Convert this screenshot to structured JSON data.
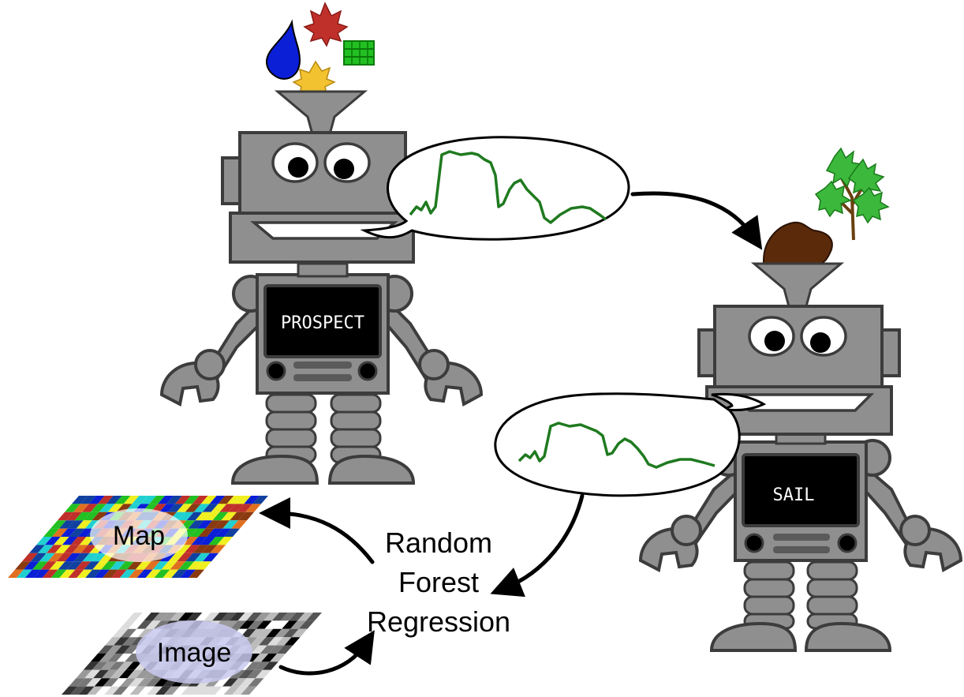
{
  "robots": {
    "prospect": {
      "screen_label": "PROSPECT"
    },
    "sail": {
      "screen_label": "SAIL"
    }
  },
  "process": {
    "line1": "Random",
    "line2": "Forest",
    "line3": "Regression"
  },
  "layers": {
    "map_label": "Map",
    "image_label": "Image"
  },
  "colors": {
    "robot_body": "#8f8f8f",
    "outline": "#3c3c3c",
    "spectrum": "#1f7a1f",
    "water_drop": "#0a1fd6",
    "red_leaf": "#c0302a",
    "yellow_leaf": "#f2c230",
    "chlorophyll": "#22c022",
    "soil": "#5a2a0a",
    "tree_leaves": "#3cb83c"
  },
  "icons": [
    "water-drop-icon",
    "red-leaf-icon",
    "yellow-leaf-icon",
    "chlorophyll-icon",
    "soil-icon",
    "tree-icon"
  ]
}
